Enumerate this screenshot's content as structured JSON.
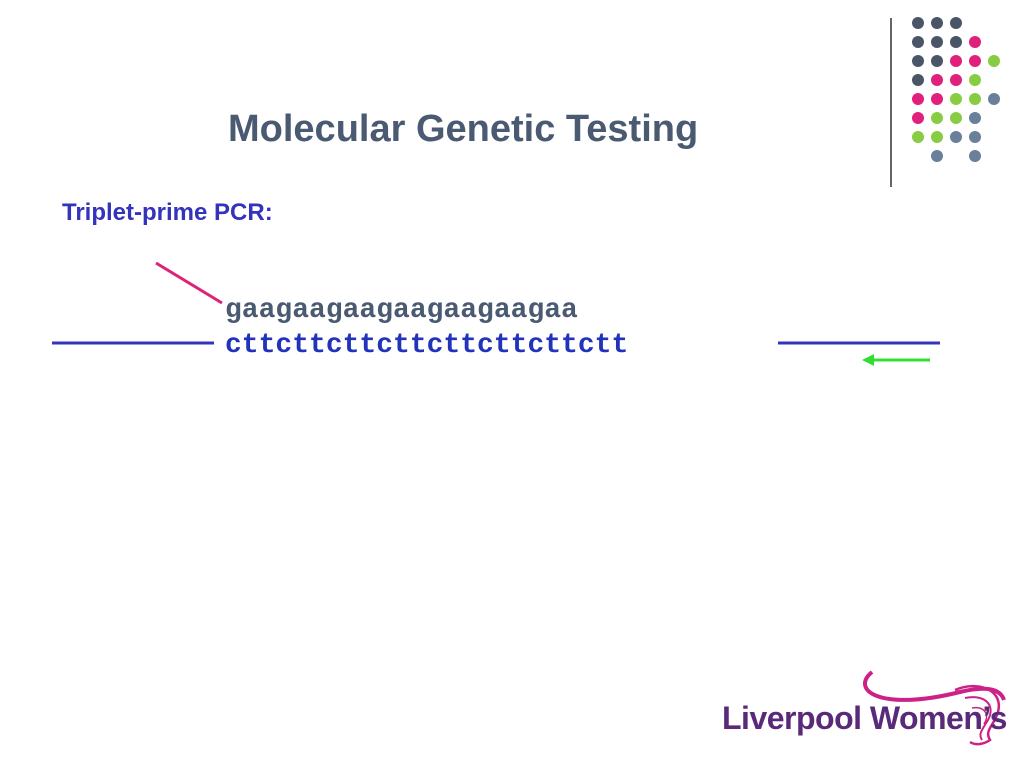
{
  "slide": {
    "title": "Molecular Genetic Testing",
    "subtitle": "Triplet-prime PCR:"
  },
  "diagram": {
    "top_strand": "gaagaagaagaagaagaagaa",
    "bottom_strand": "cttcttcttcttcttcttcttctt"
  },
  "logo": {
    "text": "Liverpool Women’s"
  },
  "colors": {
    "title": "#4a5a72",
    "subtitle": "#3333bb",
    "sequence_top": "#4a5a72",
    "sequence_bottom": "#2233bb",
    "dna_line": "#3333bb",
    "primer_pink": "#dd2277",
    "primer_green": "#33dd33",
    "divider": "#333333",
    "logo_text": "#5a2a7a",
    "logo_swoosh": "#cc2288",
    "dot_slate": "#4a5568",
    "dot_pink": "#e0207a",
    "dot_green": "#88cc44",
    "dot_steel": "#6a7f99"
  },
  "decor": {
    "dot_grid": [
      [
        "slate",
        "slate",
        "slate",
        null,
        null
      ],
      [
        "slate",
        "slate",
        "slate",
        "pink",
        null
      ],
      [
        "slate",
        "slate",
        "pink",
        "pink",
        "green"
      ],
      [
        "slate",
        "pink",
        "pink",
        "green",
        null
      ],
      [
        "pink",
        "pink",
        "green",
        "green",
        "steel"
      ],
      [
        "pink",
        "green",
        "green",
        "steel",
        null
      ],
      [
        "green",
        "green",
        "steel",
        "steel",
        null
      ],
      [
        null,
        "steel",
        null,
        "steel",
        null
      ]
    ]
  }
}
